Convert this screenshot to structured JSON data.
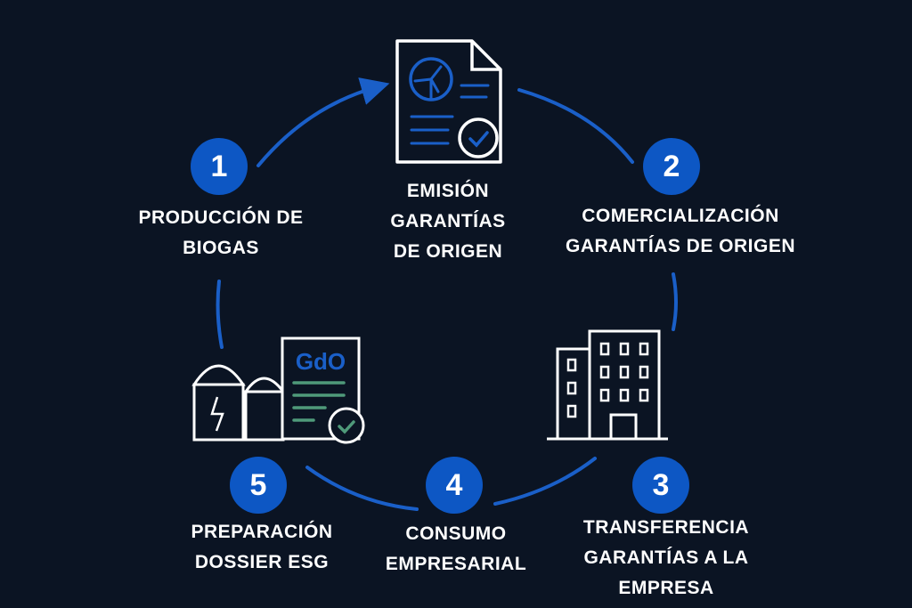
{
  "colors": {
    "background": "#0b1423",
    "accent": "#0d57c4",
    "icon_line": "#ffffff",
    "gdo_green": "#4f9a7a"
  },
  "center": {
    "lines": [
      "EMISIÓN",
      "GARANTÍAS",
      "DE ORIGEN"
    ],
    "icon": "certificate-document-wind-turbine-icon"
  },
  "steps": [
    {
      "number": "1",
      "lines": [
        "PRODUCCIÓN DE",
        "BIOGAS"
      ]
    },
    {
      "number": "2",
      "lines": [
        "COMERCIALIZACIÓN",
        "GARANTÍAS DE ORIGEN"
      ]
    },
    {
      "number": "3",
      "lines": [
        "TRANSFERENCIA",
        "GARANTÍAS A LA",
        "EMPRESA"
      ],
      "icon": "office-building-icon"
    },
    {
      "number": "4",
      "lines": [
        "CONSUMO",
        "EMPRESARIAL"
      ]
    },
    {
      "number": "5",
      "lines": [
        "PREPARACIÓN",
        "DOSSIER ESG"
      ],
      "icon": "biogas-plant-gdo-document-icon"
    }
  ],
  "gdo_label": "GdO"
}
